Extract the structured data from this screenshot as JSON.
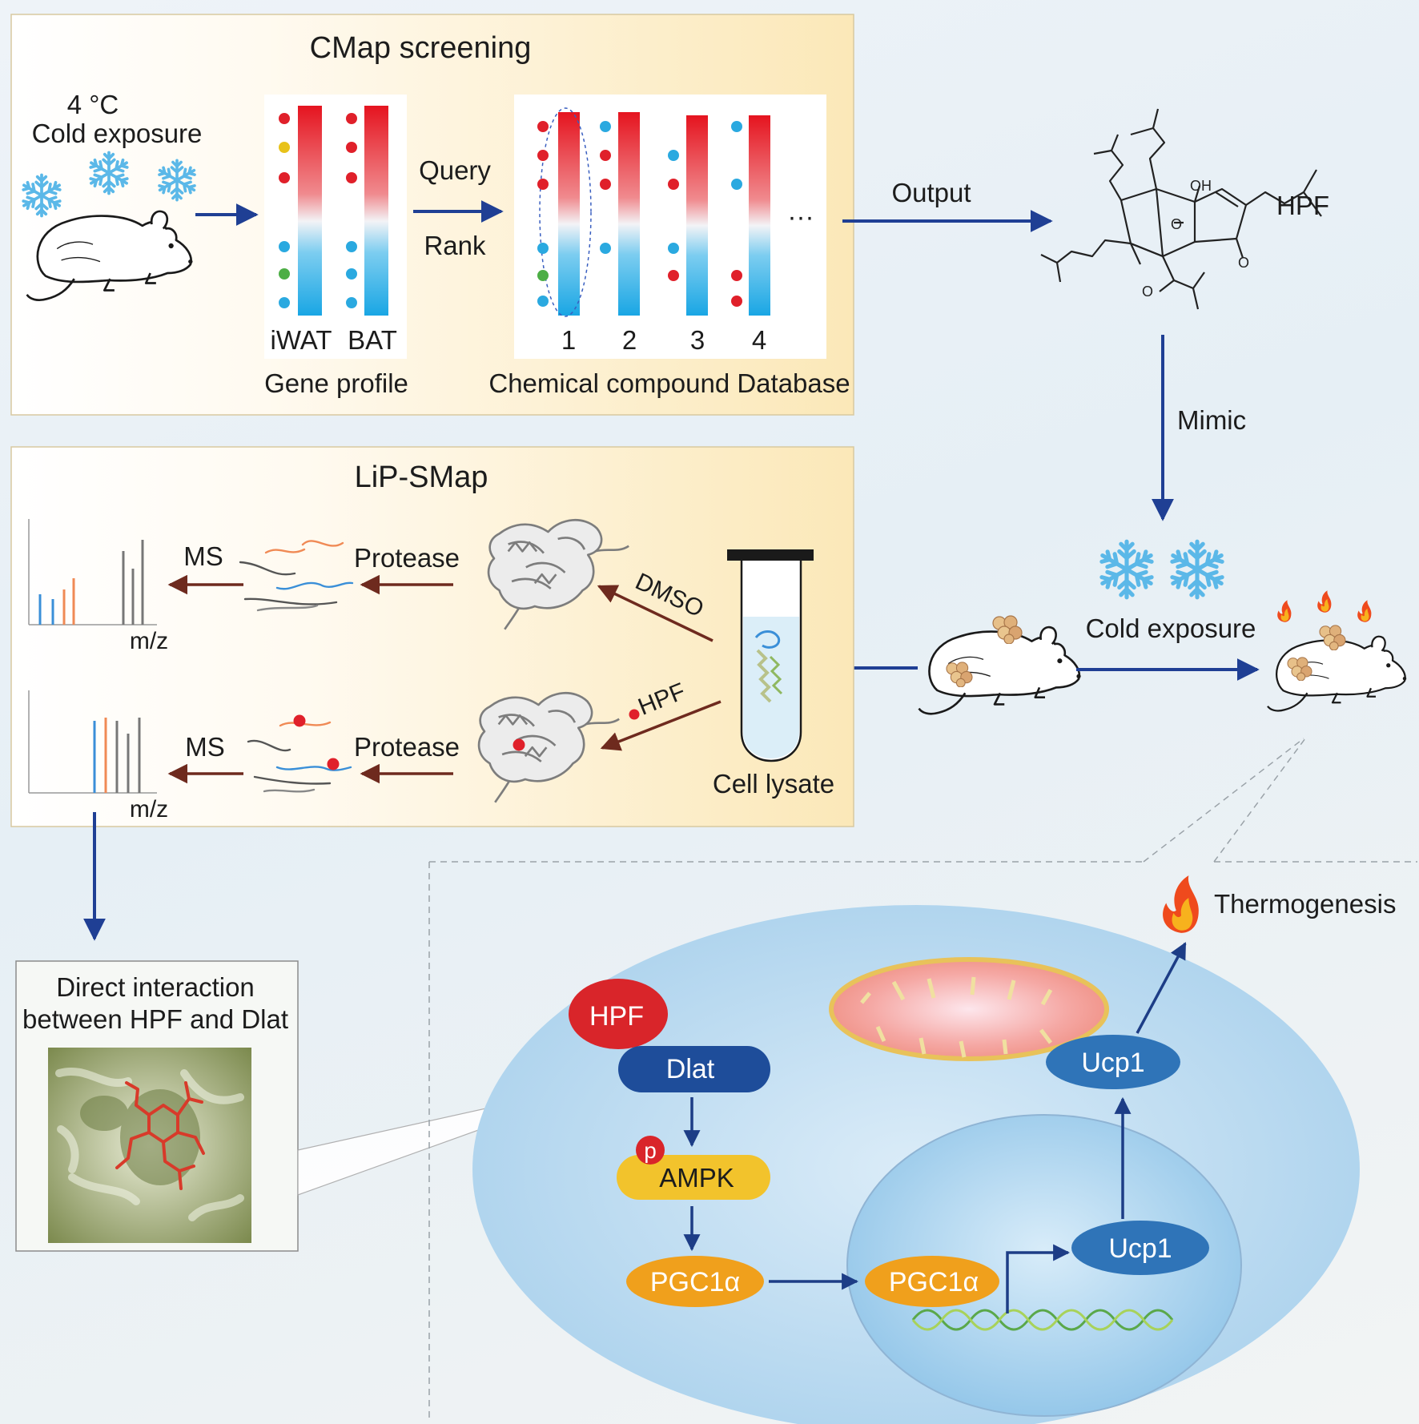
{
  "cmap": {
    "title": "CMap  screening",
    "temperature": "4  °C",
    "cold_exposure": "Cold exposure",
    "query": "Query",
    "rank": "Rank",
    "col_iwat": "iWAT",
    "col_bat": "BAT",
    "gene_profile": "Gene profile",
    "db_cols": [
      "1",
      "2",
      "3",
      "4"
    ],
    "ellipsis": "···",
    "database": "Chemical compound Database"
  },
  "compound": {
    "output": "Output",
    "name": "HPF",
    "oh": "OH",
    "o1": "O",
    "o2": "O",
    "o3": "O"
  },
  "mimic": "Mimic",
  "mice": {
    "cold_exposure": "Cold exposure"
  },
  "lipsmap": {
    "title": "LiP-SMap",
    "ms_top": "MS",
    "ms_bottom": "MS",
    "protease_top": "Protease",
    "protease_bottom": "Protease",
    "mz_top": "m/z",
    "mz_bottom": "m/z",
    "dmso": "DMSO",
    "hpf": "HPF",
    "cell_lysate": "Cell lysate"
  },
  "interaction": {
    "line1": "Direct interaction",
    "line2": "between HPF and Dlat"
  },
  "pathway": {
    "thermogenesis": "Thermogenesis",
    "hpf": "HPF",
    "dlat": "Dlat",
    "p": "p",
    "ampk": "AMPK",
    "pgc1a": "PGC1α",
    "pgc1a_nucleus": "PGC1α",
    "ucp1_top": "Ucp1",
    "ucp1_nucleus": "Ucp1"
  },
  "colors": {
    "arrow_blue": "#1f3f94",
    "arrow_brown": "#6e2a1e",
    "panel_beige": "#fbeec8",
    "red_dot": "#e0202a",
    "blue_dot": "#2aa9e0",
    "yellow_dot": "#e8c21a",
    "green_dot": "#4cae45",
    "pill_navy": "#1e4d9a",
    "pill_red": "#d9252a",
    "pill_yellow": "#f2c32c",
    "pill_orange": "#f0a01c",
    "pill_ucp": "#2f74b8"
  },
  "icons": [
    "snowflake-icon",
    "mouse-icon",
    "flame-icon",
    "test-tube-icon",
    "mitochondrion-icon",
    "dna-icon"
  ]
}
